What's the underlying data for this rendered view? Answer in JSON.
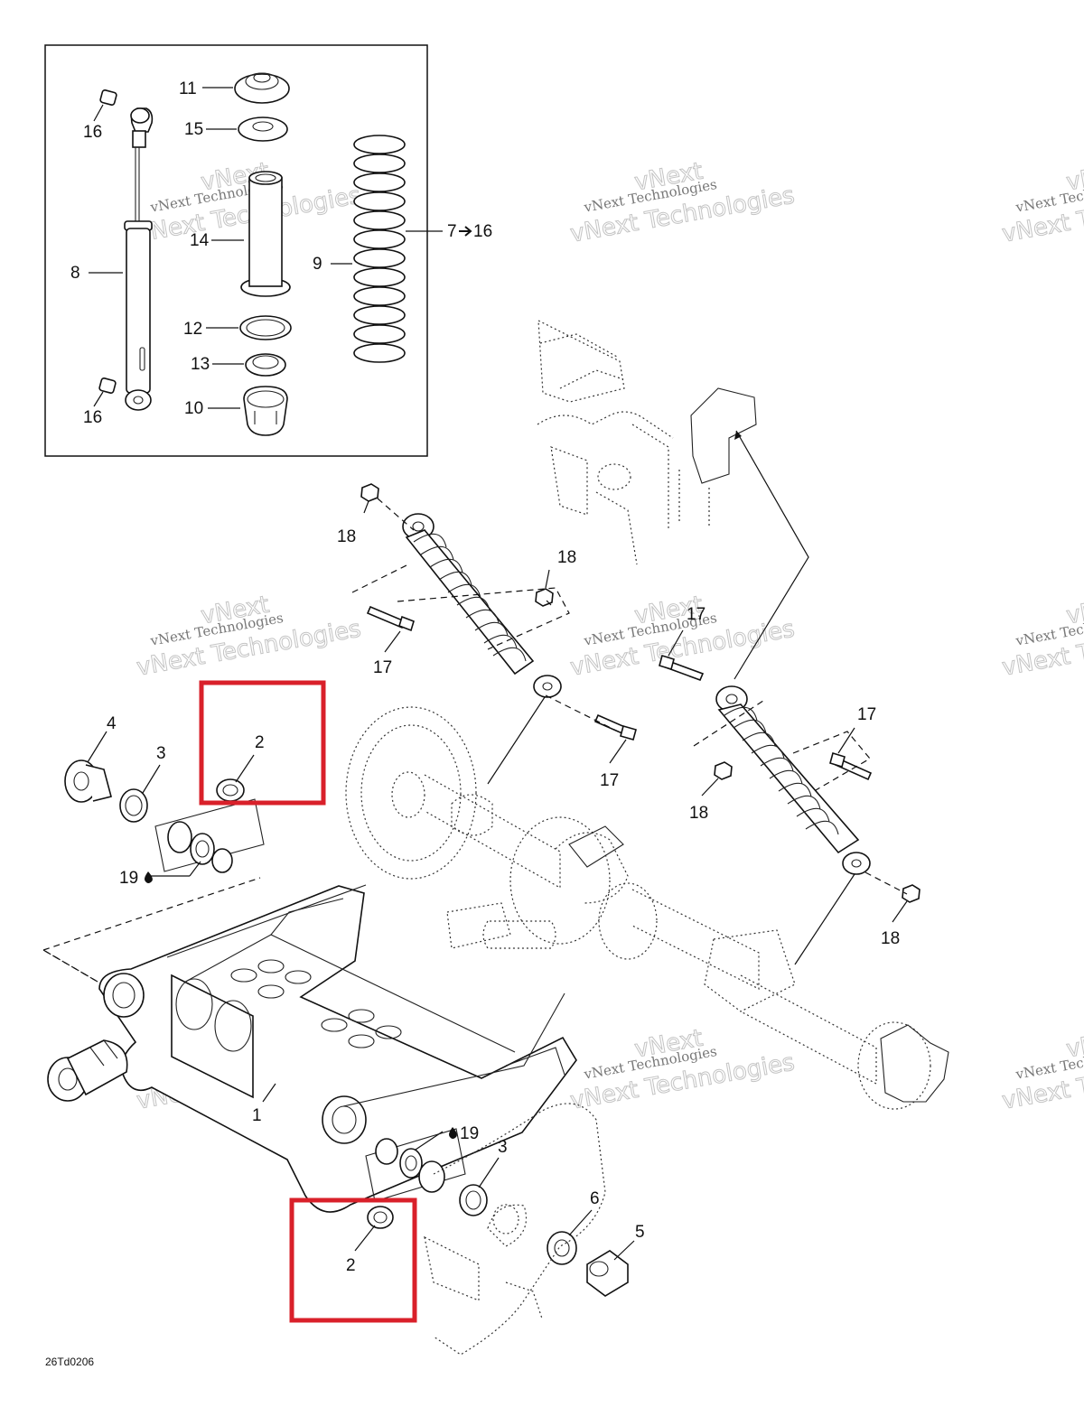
{
  "figure": {
    "code": "26Td0206",
    "highlight_color": "#d9202a"
  },
  "watermark": {
    "line1": "vNext Technologies",
    "line2": "vNext Technologies",
    "overlay": "vNext"
  },
  "callouts": {
    "c1": "1",
    "c2a": "2",
    "c2b": "2",
    "c3a": "3",
    "c3b": "3",
    "c4": "4",
    "c5": "5",
    "c6": "6",
    "c7": "7",
    "c7to16": "16",
    "c8": "8",
    "c9": "9",
    "c10": "10",
    "c11": "11",
    "c12": "12",
    "c13": "13",
    "c14": "14",
    "c15": "15",
    "c16a": "16",
    "c16b": "16",
    "c17a": "17",
    "c17b": "17",
    "c17c": "17",
    "c17d": "17",
    "c18a": "18",
    "c18b": "18",
    "c18c": "18",
    "c18d": "18",
    "c19a": "19",
    "c19b": "19"
  }
}
